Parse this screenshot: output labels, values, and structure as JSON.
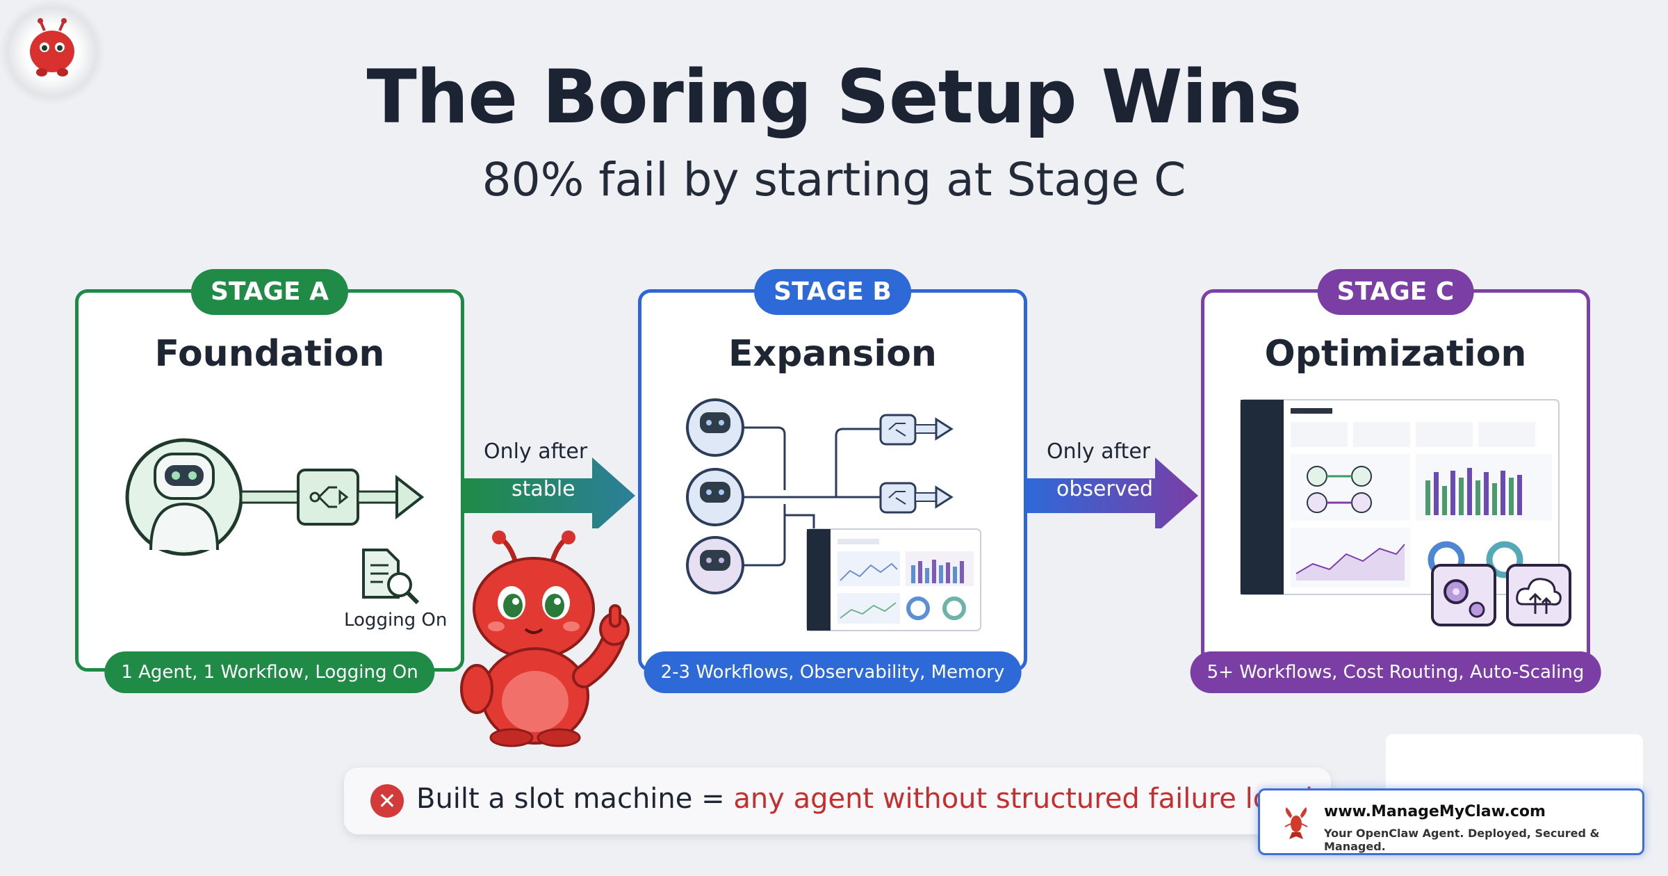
{
  "header": {
    "title": "The Boring Setup Wins",
    "subtitle": "80% fail by starting at Stage C"
  },
  "stages": [
    {
      "badge": "STAGE A",
      "title": "Foundation",
      "extra_label": "Logging On",
      "footer": "1 Agent, 1 Workflow, Logging On",
      "color": "#1e8b45"
    },
    {
      "badge": "STAGE B",
      "title": "Expansion",
      "footer": "2-3 Workflows, Observability, Memory",
      "color": "#2d67d6"
    },
    {
      "badge": "STAGE C",
      "title": "Optimization",
      "footer": "5+ Workflows, Cost Routing, Auto-Scaling",
      "color": "#7d3fa8"
    }
  ],
  "connectors": [
    {
      "line1": "Only after",
      "line2": "stable"
    },
    {
      "line1": "Only after",
      "line2": "observed"
    }
  ],
  "bottom_bar": {
    "prefix": "Built a slot machine = ",
    "highlight": "any agent without structured failure loggi"
  },
  "watermark": {
    "url": "www.ManageMyClaw.com",
    "tagline": "Your OpenClaw Agent. Deployed, Secured & Managed."
  },
  "icons": {
    "mascot": "red-bug-mascot-icon",
    "robot": "robot-icon",
    "workflow": "workflow-icon",
    "log": "log-search-icon",
    "dashboard": "dashboard-icon",
    "gear": "gear-icon",
    "cloud": "cloud-upload-icon",
    "error": "x-circle-icon",
    "lobster": "lobster-icon"
  }
}
